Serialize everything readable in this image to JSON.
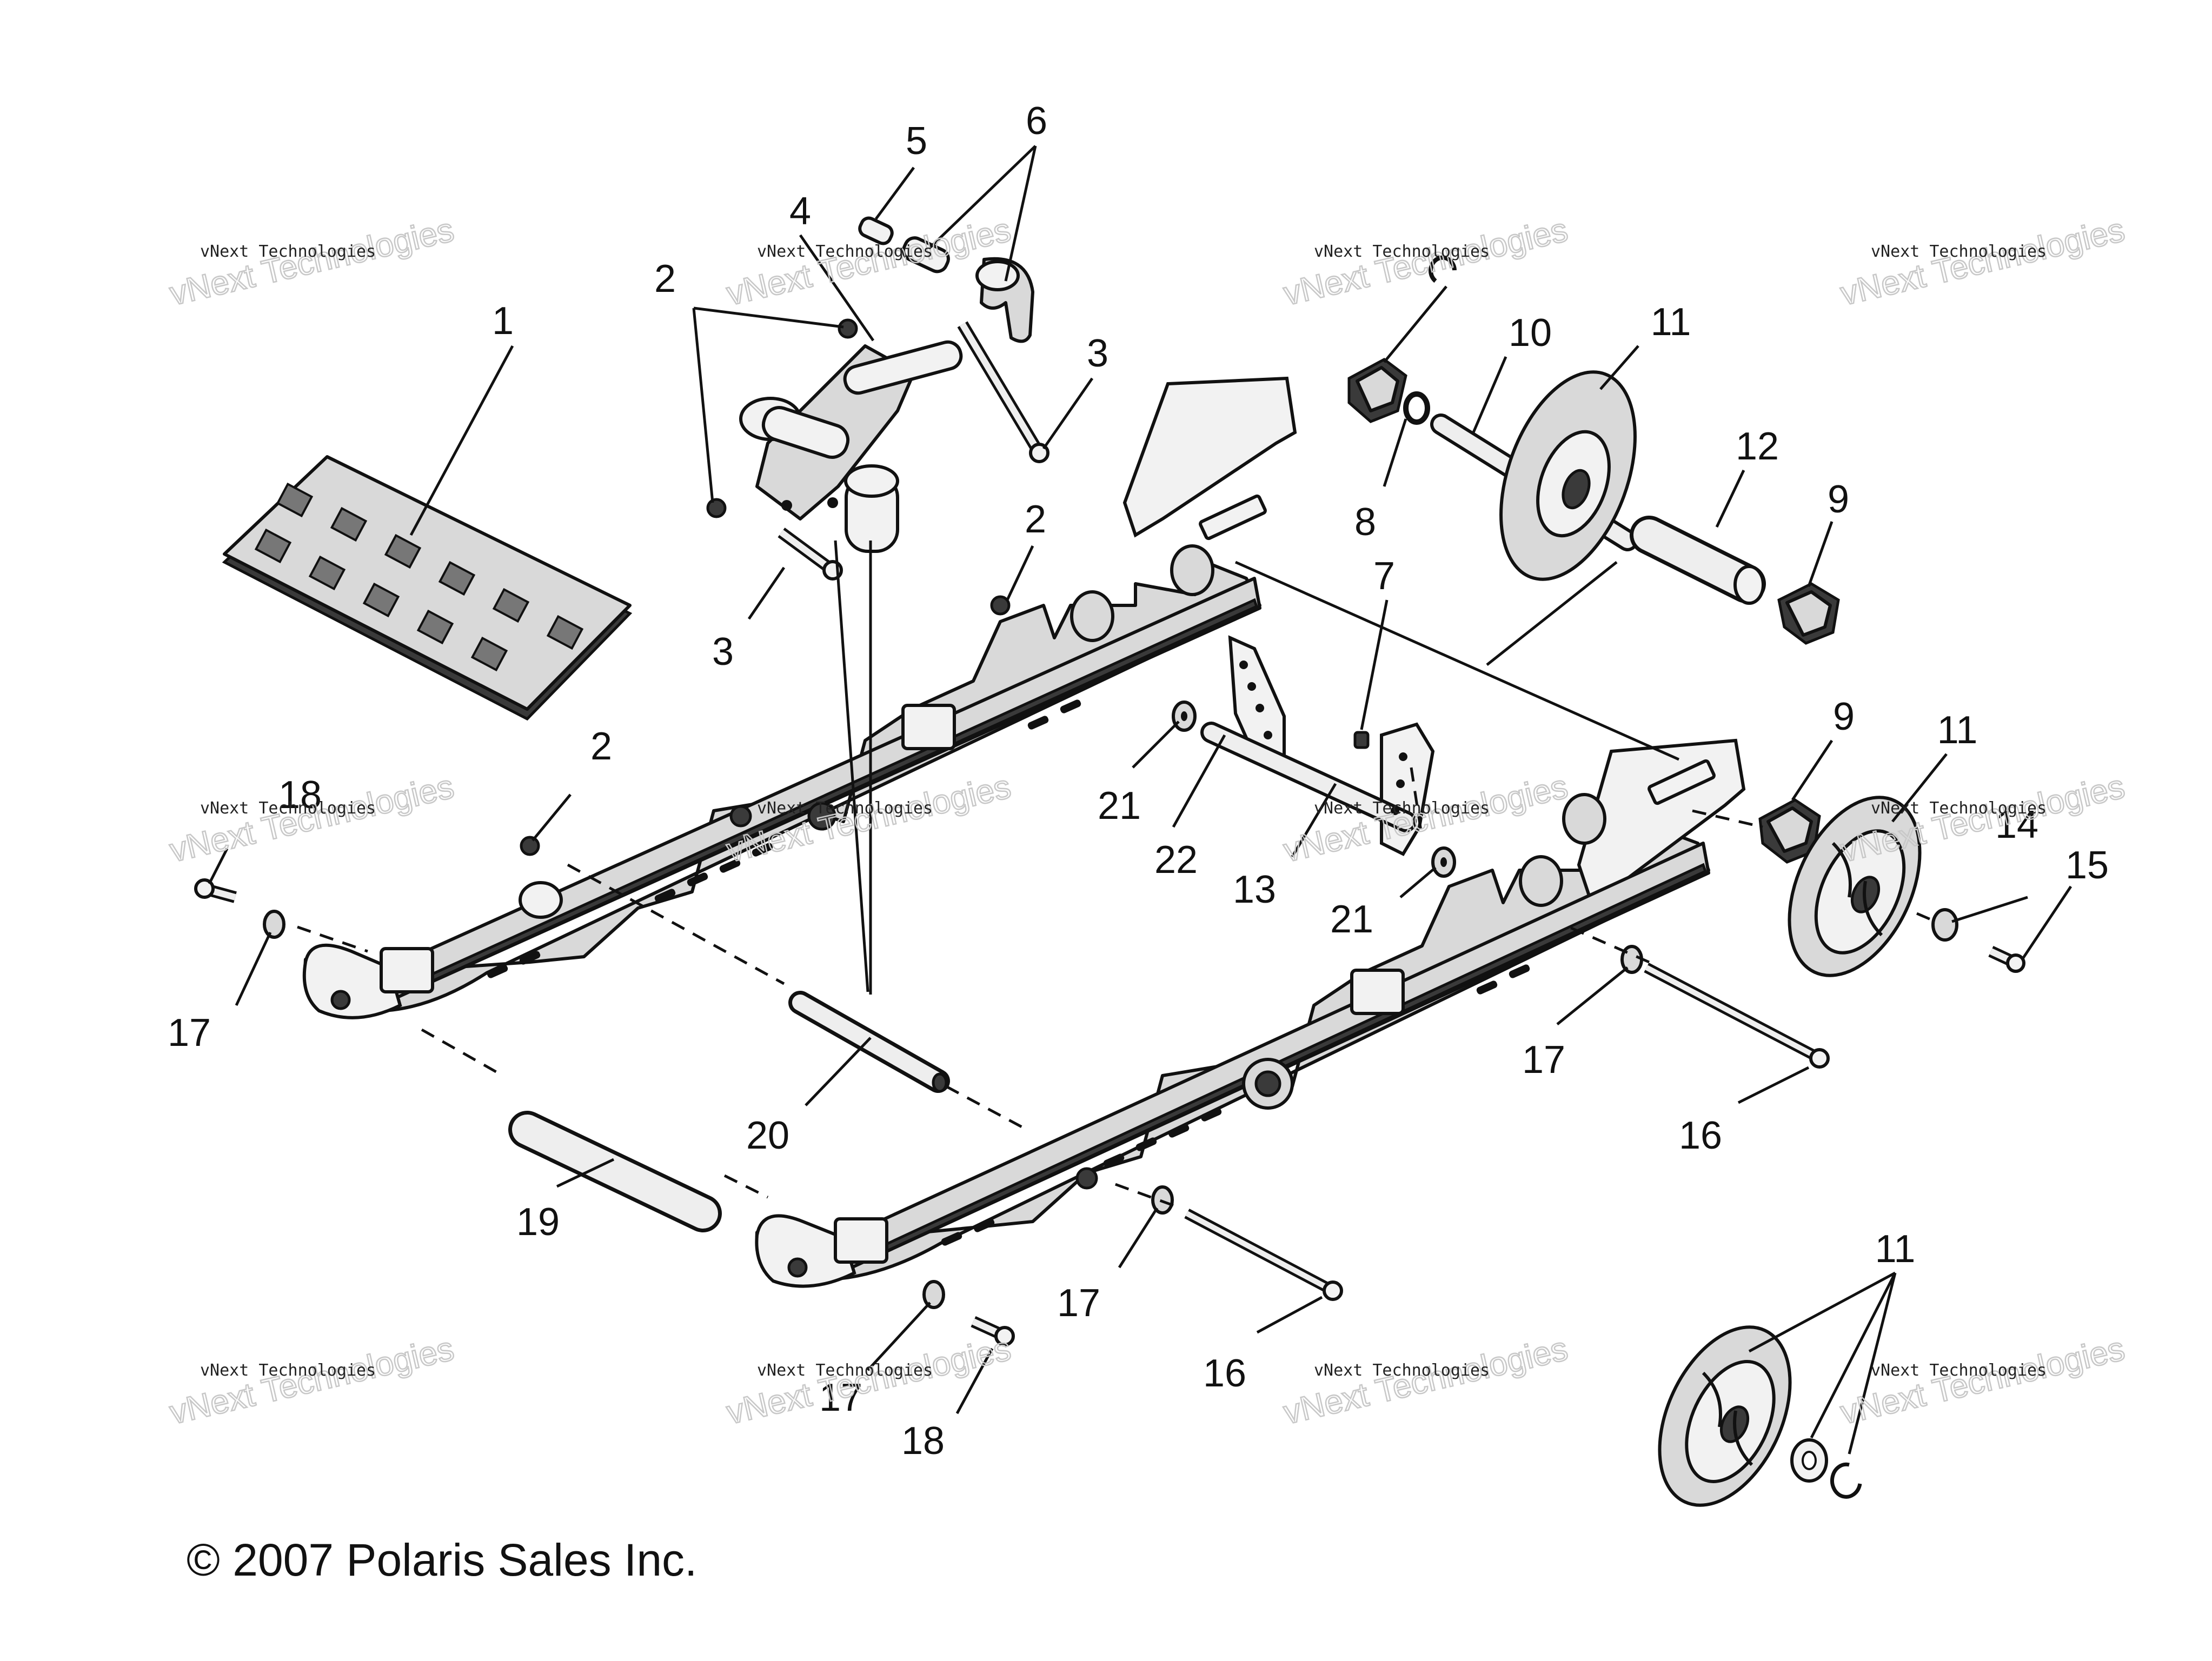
{
  "callouts": [
    {
      "label": "1"
    },
    {
      "label": "2"
    },
    {
      "label": "2"
    },
    {
      "label": "2"
    },
    {
      "label": "3"
    },
    {
      "label": "3"
    },
    {
      "label": "4"
    },
    {
      "label": "5"
    },
    {
      "label": "6"
    },
    {
      "label": "7"
    },
    {
      "label": "8"
    },
    {
      "label": "9"
    },
    {
      "label": "9"
    },
    {
      "label": "10"
    },
    {
      "label": "11"
    },
    {
      "label": "11"
    },
    {
      "label": "11"
    },
    {
      "label": "12"
    },
    {
      "label": "13"
    },
    {
      "label": "14"
    },
    {
      "label": "15"
    },
    {
      "label": "16"
    },
    {
      "label": "16"
    },
    {
      "label": "17"
    },
    {
      "label": "17"
    },
    {
      "label": "17"
    },
    {
      "label": "17"
    },
    {
      "label": "18"
    },
    {
      "label": "18"
    },
    {
      "label": "19"
    },
    {
      "label": "20"
    },
    {
      "label": "21"
    },
    {
      "label": "21"
    },
    {
      "label": "22"
    }
  ],
  "watermarks": [
    {
      "small": "vNext Technologies",
      "large": "vNext Technologies"
    },
    {
      "small": "vNext Technologies",
      "large": "vNext Technologies"
    },
    {
      "small": "vNext Technologies",
      "large": "vNext Technologies"
    },
    {
      "small": "vNext Technologies",
      "large": "vNext Technologies"
    },
    {
      "small": "vNext Technologies",
      "large": "vNext Technologies"
    },
    {
      "small": "vNext Technologies",
      "large": "vNext Technologies"
    },
    {
      "small": "vNext Technologies",
      "large": "vNext Technologies"
    },
    {
      "small": "vNext Technologies",
      "large": "vNext Technologies"
    },
    {
      "small": "vNext Technologies",
      "large": "vNext Technologies"
    },
    {
      "small": "vNext Technologies",
      "large": "vNext Technologies"
    },
    {
      "small": "vNext Technologies",
      "large": "vNext Technologies"
    },
    {
      "small": "vNext Technologies",
      "large": "vNext Technologies"
    }
  ],
  "copyright": "© 2007 Polaris Sales Inc."
}
